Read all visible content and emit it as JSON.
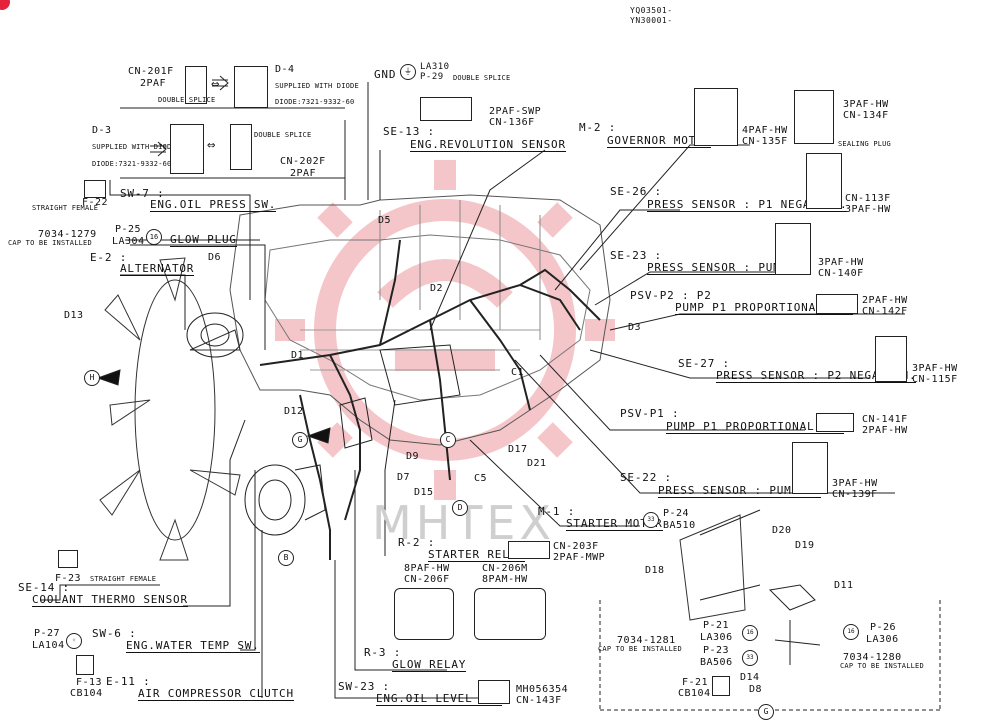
{
  "header": {
    "code1": "YQ03501-",
    "code2": "YN30001-"
  },
  "watermark": "MHTEX",
  "callouts": {
    "gnd": {
      "title": "GND",
      "part": "LA310",
      "ref": "P-29",
      "note": "DOUBLE SPLICE"
    },
    "cn201f": {
      "id": "CN-201F",
      "type": "2PAF",
      "note": "DOUBLE SPLICE"
    },
    "d4": {
      "id": "D-4",
      "line1": "SUPPLIED WITH DIODE",
      "line2": "DIODE:7321-9332-60"
    },
    "d3": {
      "id": "D-3",
      "line1": "SUPPLIED WITH DIODE",
      "line2": "DIODE:7321-9332-60"
    },
    "cn202f": {
      "id": "CN-202F",
      "type": "2PAF",
      "note": "DOUBLE SPLICE"
    },
    "se13": {
      "code": "SE-13 :",
      "title": "ENG.REVOLUTION SENSOR",
      "conn": "2PAF-SWP",
      "conn_id": "CN-136F"
    },
    "m2": {
      "code": "M-2 :",
      "title": "GOVERNOR MOTOR",
      "conn_a": "4PAF-HW",
      "conn_a_id": "CN-135F",
      "conn_b": "3PAF-HW",
      "conn_b_id": "CN-134F",
      "plug": "SEALING PLUG"
    },
    "sw7": {
      "code": "SW-7 :",
      "title": "ENG.OIL PRESS SW.",
      "conn": "F-22",
      "note": "STRAIGHT FEMALE"
    },
    "glow": {
      "title": "GLOW PLUG",
      "part": "7034-1279",
      "note": "CAP TO BE INSTALLED",
      "ref": "P-25",
      "code": "LA304",
      "num": "16"
    },
    "e2": {
      "code": "E-2 :",
      "title": "ALTERNATOR"
    },
    "se26": {
      "code": "SE-26 :",
      "title": "PRESS SENSOR : P1 NEGA-CON.",
      "conn": "CN-113F",
      "type": "3PAF-HW"
    },
    "se23": {
      "code": "SE-23 :",
      "title": "PRESS SENSOR : PUMP P2",
      "conn": "3PAF-HW",
      "conn_id": "CN-140F"
    },
    "psvp2": {
      "code": "PSV-P2 : P2",
      "title": "PUMP P1 PROPORTIONAL SOL",
      "conn": "2PAF-HW",
      "conn_id": "CN-142F"
    },
    "se27": {
      "code": "SE-27 :",
      "title": "PRESS SENSOR : P2 NEGA-CON.",
      "conn": "3PAF-HW",
      "conn_id": "CN-115F"
    },
    "psvp1": {
      "code": "PSV-P1 :",
      "title": "PUMP P1 PROPORTIONAL SOL",
      "conn": "CN-141F",
      "type": "2PAF-HW"
    },
    "se22": {
      "code": "SE-22 :",
      "title": "PRESS SENSOR : PUMP P1",
      "conn": "3PAF-HW",
      "conn_id": "CN-139F"
    },
    "m1": {
      "code": "M-1 :",
      "title": "STARTER MOTOR",
      "ref": "P-24",
      "part": "BA510"
    },
    "r2": {
      "code": "R-2 :",
      "title": "STARTER RELAY",
      "conn": "CN-203F",
      "type": "2PAF-MWP"
    },
    "cn206": {
      "f_type": "8PAF-HW",
      "f_id": "CN-206F",
      "m_id": "CN-206M",
      "m_type": "8PAM-HW"
    },
    "se14": {
      "code": "SE-14 :",
      "title": "COOLANT THERMO SENSOR",
      "conn": "F-23",
      "note": "STRAIGHT FEMALE"
    },
    "sw6": {
      "code": "SW-6 :",
      "title": "ENG.WATER TEMP SW.",
      "ref": "P-27",
      "part": "LA104"
    },
    "e11": {
      "code": "E-11 :",
      "title": "AIR COMPRESSOR CLUTCH",
      "conn": "F-13",
      "part": "CB104"
    },
    "r3": {
      "code": "R-3 :",
      "title": "GLOW RELAY"
    },
    "sw23": {
      "code": "SW-23 :",
      "title": "ENG.OIL LEVEL SW.",
      "part": "MH056354",
      "conn_id": "CN-143F"
    },
    "battery_box": {
      "left": [
        {
          "ref": "P-21",
          "part": "LA306"
        },
        {
          "ref": "P-23",
          "part": "BA506"
        }
      ],
      "left_cap_part": "7034-1281",
      "left_cap_note": "CAP TO BE INSTALLED",
      "right_ref": "P-26",
      "right_part": "LA306",
      "right_cap_part": "7034-1280",
      "right_cap_note": "CAP TO BE INSTALLED",
      "fuse": "F-21",
      "fuse_part": "CB104",
      "marker": "G"
    }
  },
  "markers": {
    "H": "H",
    "G": "G",
    "B": "B",
    "C": "C",
    "D": "D"
  },
  "parts": [
    "D1",
    "D2",
    "D3",
    "D5",
    "D6",
    "D7",
    "D8",
    "D9",
    "D11",
    "D12",
    "D13",
    "D14",
    "D15",
    "D17",
    "D18",
    "D19",
    "D20",
    "D21",
    "C1",
    "C5"
  ]
}
